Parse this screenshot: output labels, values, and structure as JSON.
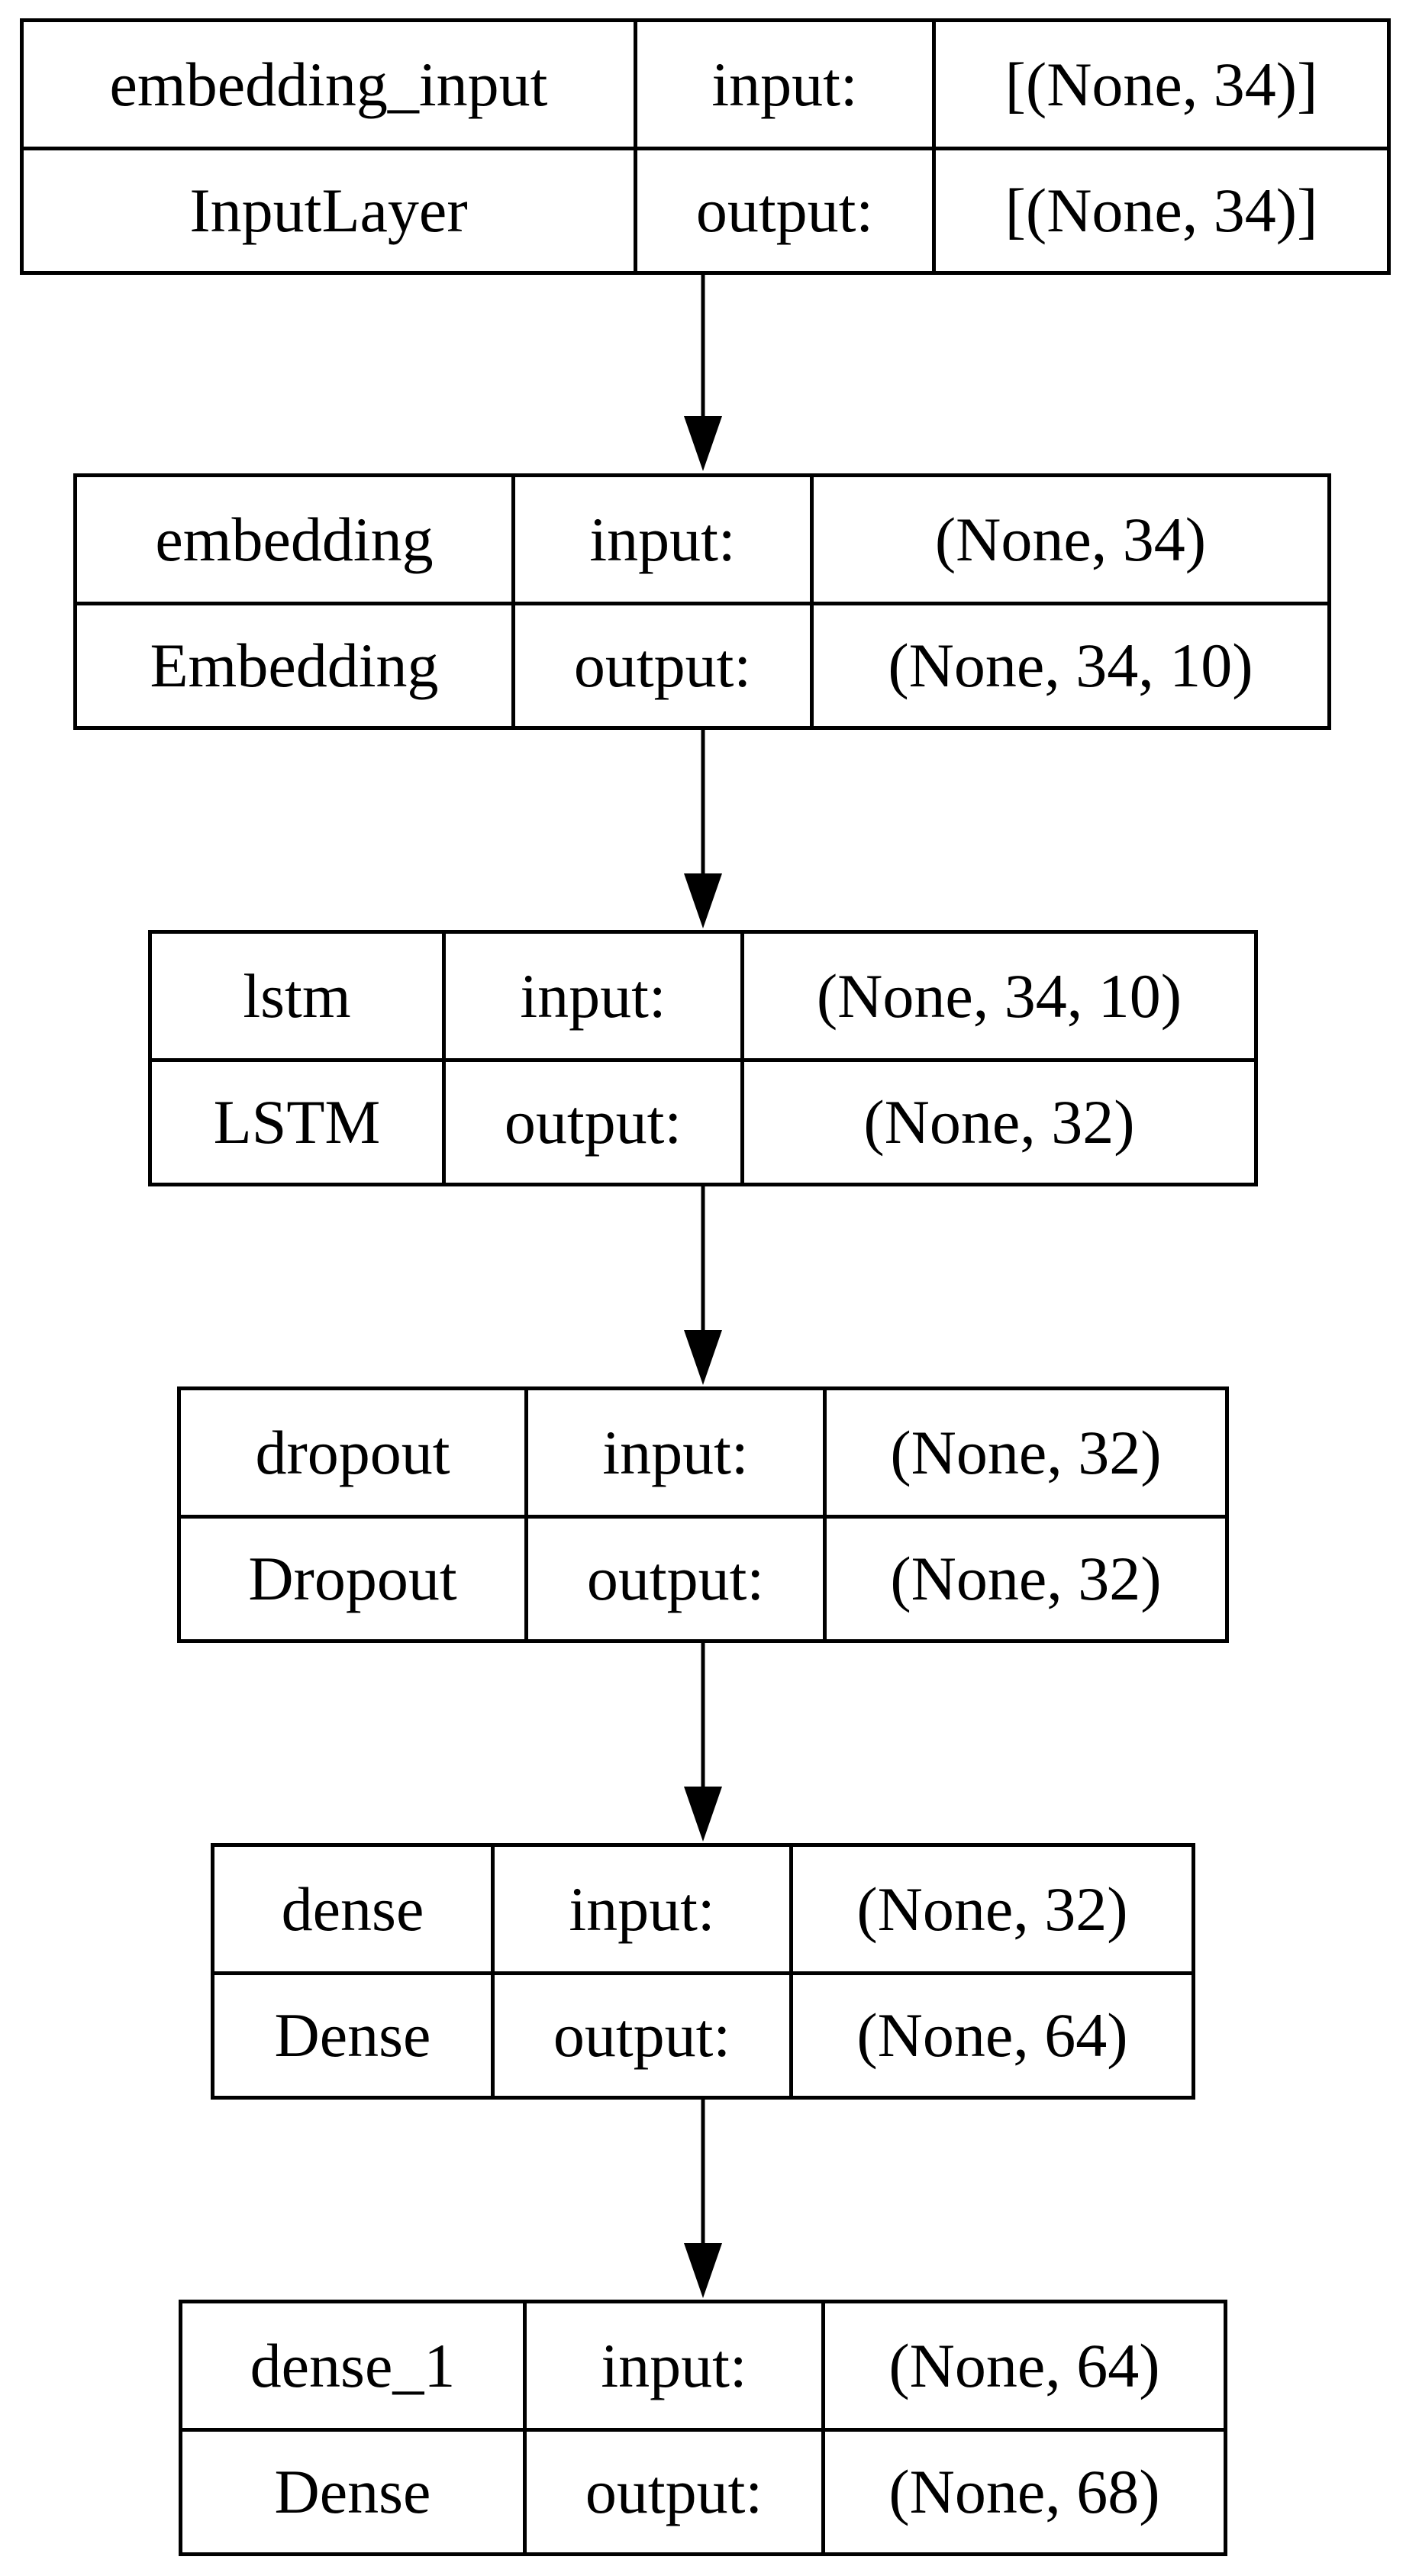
{
  "layers": [
    {
      "name": "embedding_input",
      "type": "InputLayer",
      "input_label": "input:",
      "output_label": "output:",
      "input_shape": "[(None, 34)]",
      "output_shape": "[(None, 34)]"
    },
    {
      "name": "embedding",
      "type": "Embedding",
      "input_label": "input:",
      "output_label": "output:",
      "input_shape": "(None, 34)",
      "output_shape": "(None, 34, 10)"
    },
    {
      "name": "lstm",
      "type": "LSTM",
      "input_label": "input:",
      "output_label": "output:",
      "input_shape": "(None, 34, 10)",
      "output_shape": "(None, 32)"
    },
    {
      "name": "dropout",
      "type": "Dropout",
      "input_label": "input:",
      "output_label": "output:",
      "input_shape": "(None, 32)",
      "output_shape": "(None, 32)"
    },
    {
      "name": "dense",
      "type": "Dense",
      "input_label": "input:",
      "output_label": "output:",
      "input_shape": "(None, 32)",
      "output_shape": "(None, 64)"
    },
    {
      "name": "dense_1",
      "type": "Dense",
      "input_label": "input:",
      "output_label": "output:",
      "input_shape": "(None, 64)",
      "output_shape": "(None, 68)"
    }
  ],
  "edges": [
    {
      "from": "embedding_input",
      "to": "embedding"
    },
    {
      "from": "embedding",
      "to": "lstm"
    },
    {
      "from": "lstm",
      "to": "dropout"
    },
    {
      "from": "dropout",
      "to": "dense"
    },
    {
      "from": "dense",
      "to": "dense_1"
    }
  ]
}
